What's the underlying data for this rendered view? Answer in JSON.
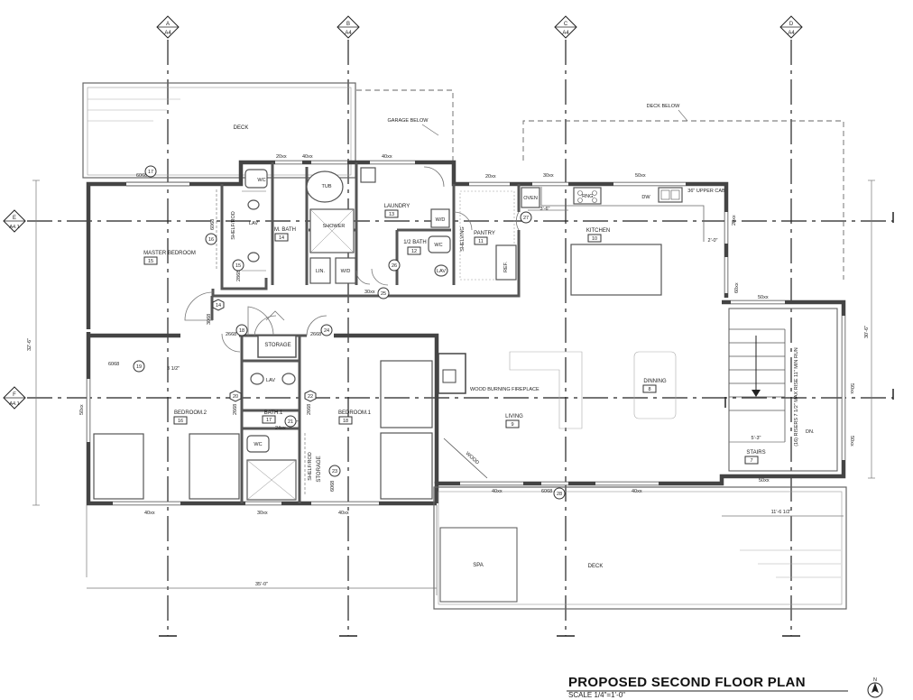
{
  "title": "PROPOSED SECOND FLOOR PLAN",
  "scale": "SCALE 1/4\"=1'-0\"",
  "north": "N",
  "gridlines": {
    "columns": [
      {
        "letter": "A",
        "sheet": "A4"
      },
      {
        "letter": "B",
        "sheet": "A4"
      },
      {
        "letter": "C",
        "sheet": "A4"
      },
      {
        "letter": "D",
        "sheet": "A4"
      }
    ],
    "rows": [
      {
        "letter": "E",
        "sheet": "A4.1"
      },
      {
        "letter": "F",
        "sheet": "A4.1"
      }
    ]
  },
  "rooms": {
    "deck_top": "DECK",
    "garage_below": "GARAGE BELOW",
    "deck_below": "DECK BELOW",
    "master_bedroom": {
      "name": "MASTER BEDROOM",
      "num": "15"
    },
    "m_bath": {
      "name": "M. BATH",
      "num": "14"
    },
    "laundry": {
      "name": "LAUNDRY",
      "num": "13"
    },
    "half_bath": {
      "name": "1/2 BATH",
      "num": "12"
    },
    "pantry": {
      "name": "PANTRY",
      "num": "11"
    },
    "kitchen": {
      "name": "KITCHEN",
      "num": "10"
    },
    "storage": "STORAGE",
    "bedroom2": {
      "name": "BEDROOM.2",
      "num": "16"
    },
    "bath1": {
      "name": "BATH.1",
      "num": "17"
    },
    "bedroom1": {
      "name": "BEDROOM.1",
      "num": "18"
    },
    "living": {
      "name": "LIVING",
      "num": "9"
    },
    "dining": {
      "name": "DINNING",
      "num": "8"
    },
    "stairs": {
      "name": "STAIRS",
      "num": "7"
    },
    "spa": "SPA",
    "deck_bottom": "DECK",
    "fireplace": "WOOD BURNING FIREPLACE"
  },
  "fixtures": {
    "wc": "WC",
    "lav": "LAV",
    "tub": "TUB",
    "shower": "SHOWER",
    "lin": "LIN.",
    "wd": "W/D",
    "oven": "OVEN",
    "rng": "RNG.",
    "dw": "DW",
    "ref": "REF.",
    "upper_cab": "36\" UPPER CAB",
    "shelving": "SHELVING",
    "shelf_rod": "SHELF/ROD",
    "storage_v": "STORAGE",
    "wood_box": "WOOD",
    "dn": "DN.",
    "risers": "(16) RISERS\n7 1/2\" MAX RISE\n11\" MIN RUN"
  },
  "dimensions": {
    "w20xx": "20xx",
    "w40xx": "40xx",
    "w30xx": "30xx",
    "w50xx": "50xx",
    "w6068": "6068",
    "w2668": "2668",
    "w2868": "2868",
    "w3068": "3068",
    "w24xx": "24xx",
    "w3_half": "3 1/2\"",
    "w60xx": "60xx",
    "d3_6": "3'-6\"",
    "d2_0": "2'-0\"",
    "d3_0": "3'-0\"",
    "d5_3": "5'-3\"",
    "d11_6": "11'-6 1/2\"",
    "d35_0": "35'-0\"",
    "d32_6": "32'-6\"",
    "d30_6": "30'-6\""
  },
  "tags": [
    "17",
    "16",
    "15",
    "14",
    "18",
    "24",
    "19",
    "20",
    "21",
    "22",
    "23",
    "25",
    "26",
    "27",
    "28"
  ]
}
